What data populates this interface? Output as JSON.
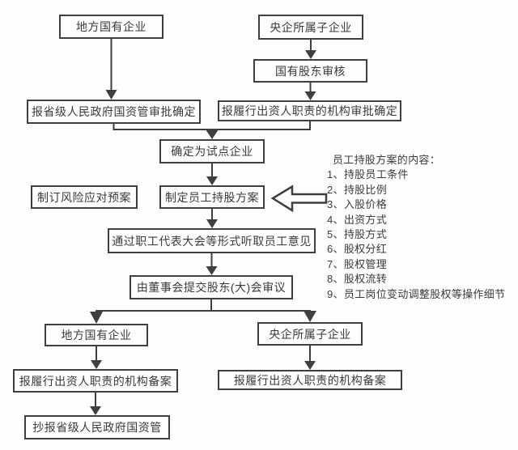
{
  "diagram": {
    "colors": {
      "line": "#3f3f3f",
      "text": "#3a3a3a",
      "background": "#fefefe"
    },
    "nodes": {
      "local_soe_top": "地方国有企业",
      "central_sub_top": "央企所属子企业",
      "state_shareholder_review": "国有股东审核",
      "provincial_gov_approval": "报省级人民政府国资管审批确定",
      "investor_body_approval": "报履行出资人职责的机构审批确定",
      "pilot_confirm": "确定为试点企业",
      "risk_plan": "制订风险应对预案",
      "esop_plan": "制定员工持股方案",
      "employee_opinion": "通过职工代表大会等形式听取员工意见",
      "board_submit": "由董事会提交股东(大)会审议",
      "local_soe_bottom": "地方国有企业",
      "central_sub_bottom": "央企所属子企业",
      "investor_body_filing_left": "报履行出资人职责的机构备案",
      "investor_body_filing_right": "报履行出资人职责的机构备案",
      "copy_provincial_gov": "抄报省级人民政府国资管"
    },
    "annotation": {
      "title": "员工持股方案的内容：",
      "items": [
        "1、持股员工条件",
        "2、持股比例",
        "3、入股价格",
        "4、出资方式",
        "5、持股方式",
        "6、股权分红",
        "7、股权管理",
        "8、股权流转",
        "9、员工岗位变动调整股权等操作细节"
      ]
    }
  }
}
